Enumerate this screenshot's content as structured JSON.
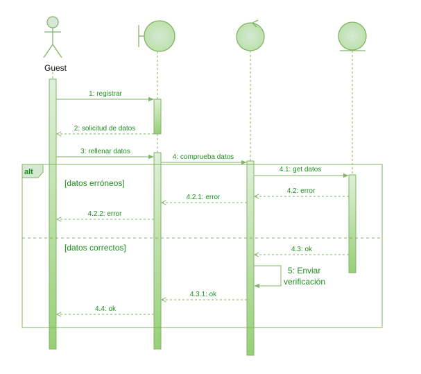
{
  "actor": {
    "name": "Guest"
  },
  "messages": {
    "m1": "1: registrar",
    "m2": "2: solicitud de datos",
    "m3": "3: rellenar datos",
    "m4": "4: comprueba datos",
    "m41": "4.1: get datos",
    "m42": "4.2: error",
    "m421": "4.2.1: error",
    "m422": "4.2.2: error",
    "m43": "4.3: ok",
    "m5a": "5: Enviar",
    "m5b": "verificación",
    "m431": "4.3.1: ok",
    "m44": "4.4: ok"
  },
  "alt": {
    "label": "alt",
    "guard1": "[datos erróneos]",
    "guard2": "[datos correctos]"
  },
  "colors": {
    "stroke": "#82b366",
    "text": "#1e8f1e",
    "bar_top": "#dff0d8",
    "bar_bottom": "#97d077"
  },
  "icons": {
    "actor": "stick-figure-icon",
    "boundary": "boundary-icon",
    "control": "control-icon",
    "entity": "entity-icon"
  }
}
